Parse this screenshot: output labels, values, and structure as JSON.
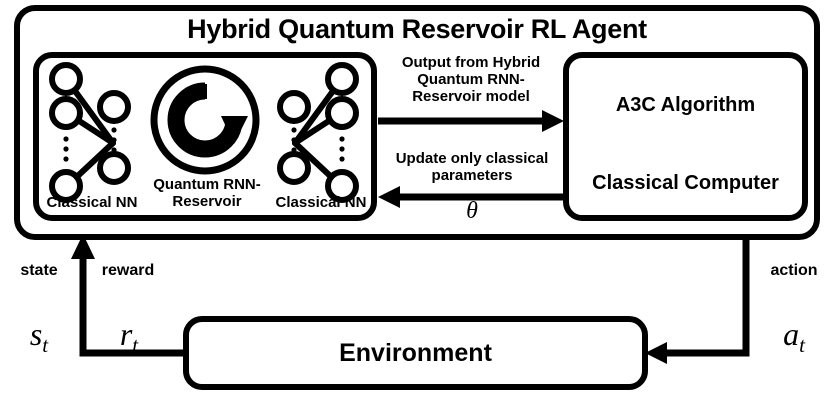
{
  "diagram": {
    "title": "Hybrid Quantum Reservoir RL Agent",
    "agent_box": {
      "label": "Hybrid Quantum Reservoir RL Agent"
    },
    "hybrid_model_box": {
      "left_nn_label": "Classical NN",
      "quantum_label": "Quantum RNN-\nReservoir",
      "right_nn_label": "Classical NN",
      "quantum_icon": "circular-arrow-icon"
    },
    "classical_computer_box": {
      "line1": "A3C Algorithm",
      "line2": "Classical Computer"
    },
    "arrows": {
      "forward_label": "Output from Hybrid\nQuantum RNN-\nReservoir model",
      "feedback_label": "Update only classical\nparameters",
      "feedback_symbol": "θ"
    },
    "environment_box": {
      "label": "Environment"
    },
    "loop_labels": {
      "state_word": "state",
      "state_symbol_base": "s",
      "state_symbol_sub": "t",
      "reward_word": "reward",
      "reward_symbol_base": "r",
      "reward_symbol_sub": "t",
      "action_word": "action",
      "action_symbol_base": "a",
      "action_symbol_sub": "t"
    },
    "colors": {
      "stroke": "#000000",
      "background": "#ffffff"
    }
  }
}
